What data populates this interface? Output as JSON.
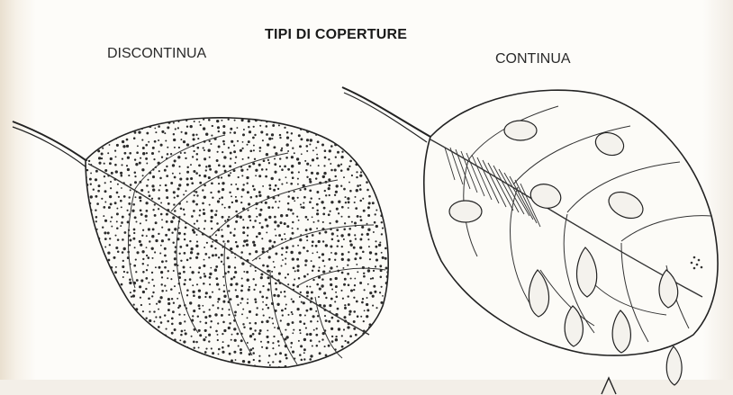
{
  "diagram": {
    "title": "TIPI DI COPERTURE",
    "left_leaf": {
      "label": "DISCONTINUA"
    },
    "right_leaf": {
      "label": "CONTINUA"
    }
  },
  "colors": {
    "ink": "#222222",
    "paper": "#fcfbf8"
  }
}
